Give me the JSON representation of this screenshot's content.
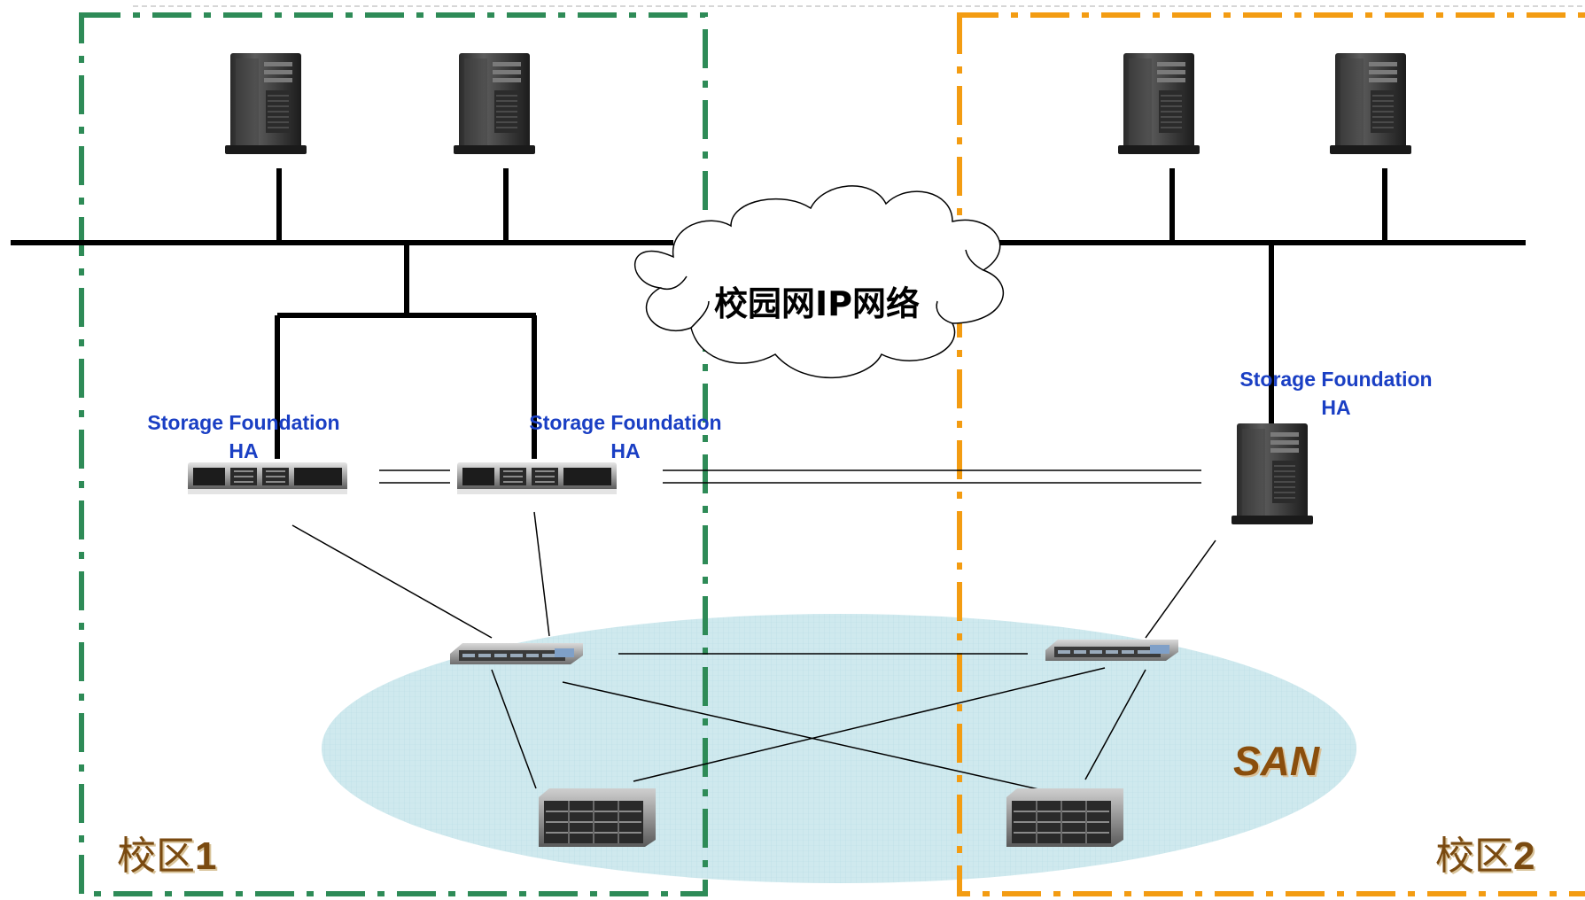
{
  "diagram": {
    "campus_left": {
      "label_prefix": "校区",
      "label_number": "1",
      "border_color": "#2e8b57"
    },
    "campus_right": {
      "label_prefix": "校区",
      "label_number": "2",
      "border_color": "#f39c12"
    },
    "network": {
      "label": "校园网IP网络"
    },
    "san": {
      "label": "SAN",
      "fill_color": "#cfe9ee"
    },
    "cluster_nodes": [
      {
        "label_line1": "Storage Foundation",
        "label_line2": "HA"
      },
      {
        "label_line1": "Storage Foundation",
        "label_line2": "HA"
      },
      {
        "label_line1": "Storage Foundation",
        "label_line2": "HA"
      }
    ],
    "colors": {
      "node_label": "#1a3fc4",
      "campus_text": "#7a4a10",
      "san_text": "#8a4e0c"
    },
    "icons": [
      "tower-server-icon",
      "rack-server-icon",
      "fc-switch-icon",
      "disk-array-icon",
      "cloud-icon"
    ]
  }
}
